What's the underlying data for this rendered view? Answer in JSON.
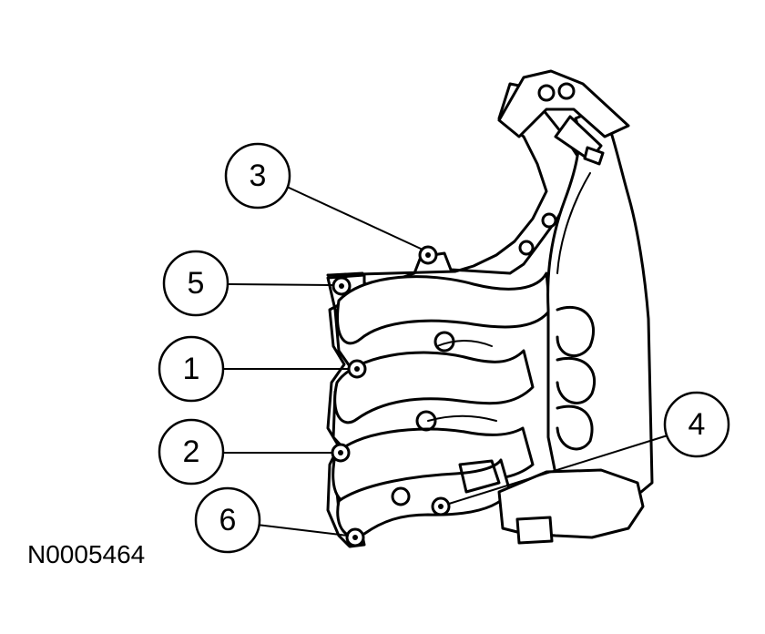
{
  "figure": {
    "id": "N0005464",
    "callouts": [
      {
        "label": "3"
      },
      {
        "label": "5"
      },
      {
        "label": "1"
      },
      {
        "label": "2"
      },
      {
        "label": "6"
      },
      {
        "label": "4"
      }
    ]
  }
}
